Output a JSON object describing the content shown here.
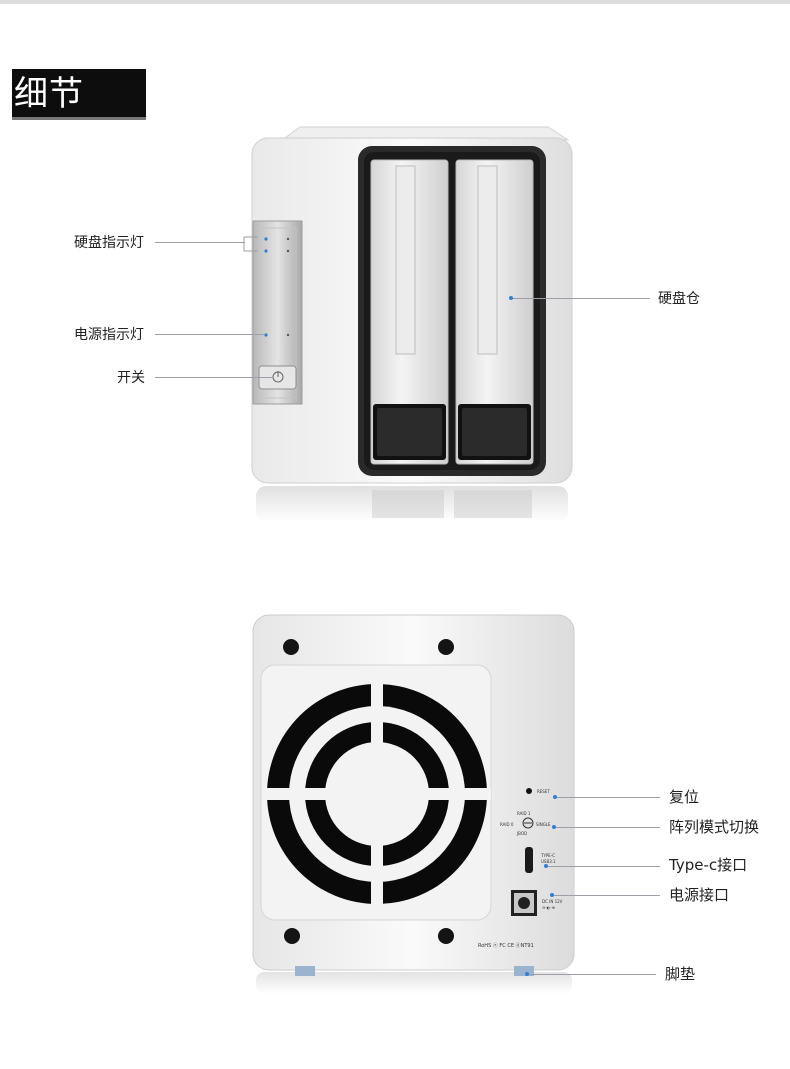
{
  "header": {
    "title": "细节"
  },
  "front": {
    "labels": {
      "hdd_indicator": "硬盘指示灯",
      "power_indicator": "电源指示灯",
      "switch": "开关",
      "drive_bay": "硬盘仓"
    }
  },
  "back": {
    "labels": {
      "reset": "复位",
      "raid_switch": "阵列模式切换",
      "type_c": "Type-c接口",
      "power_port": "电源接口",
      "feet": "脚垫"
    }
  },
  "colors": {
    "title_bg": "#0d0d0d",
    "accent_dot": "#2f7fd8",
    "leader_line": "#9aa0a6"
  }
}
